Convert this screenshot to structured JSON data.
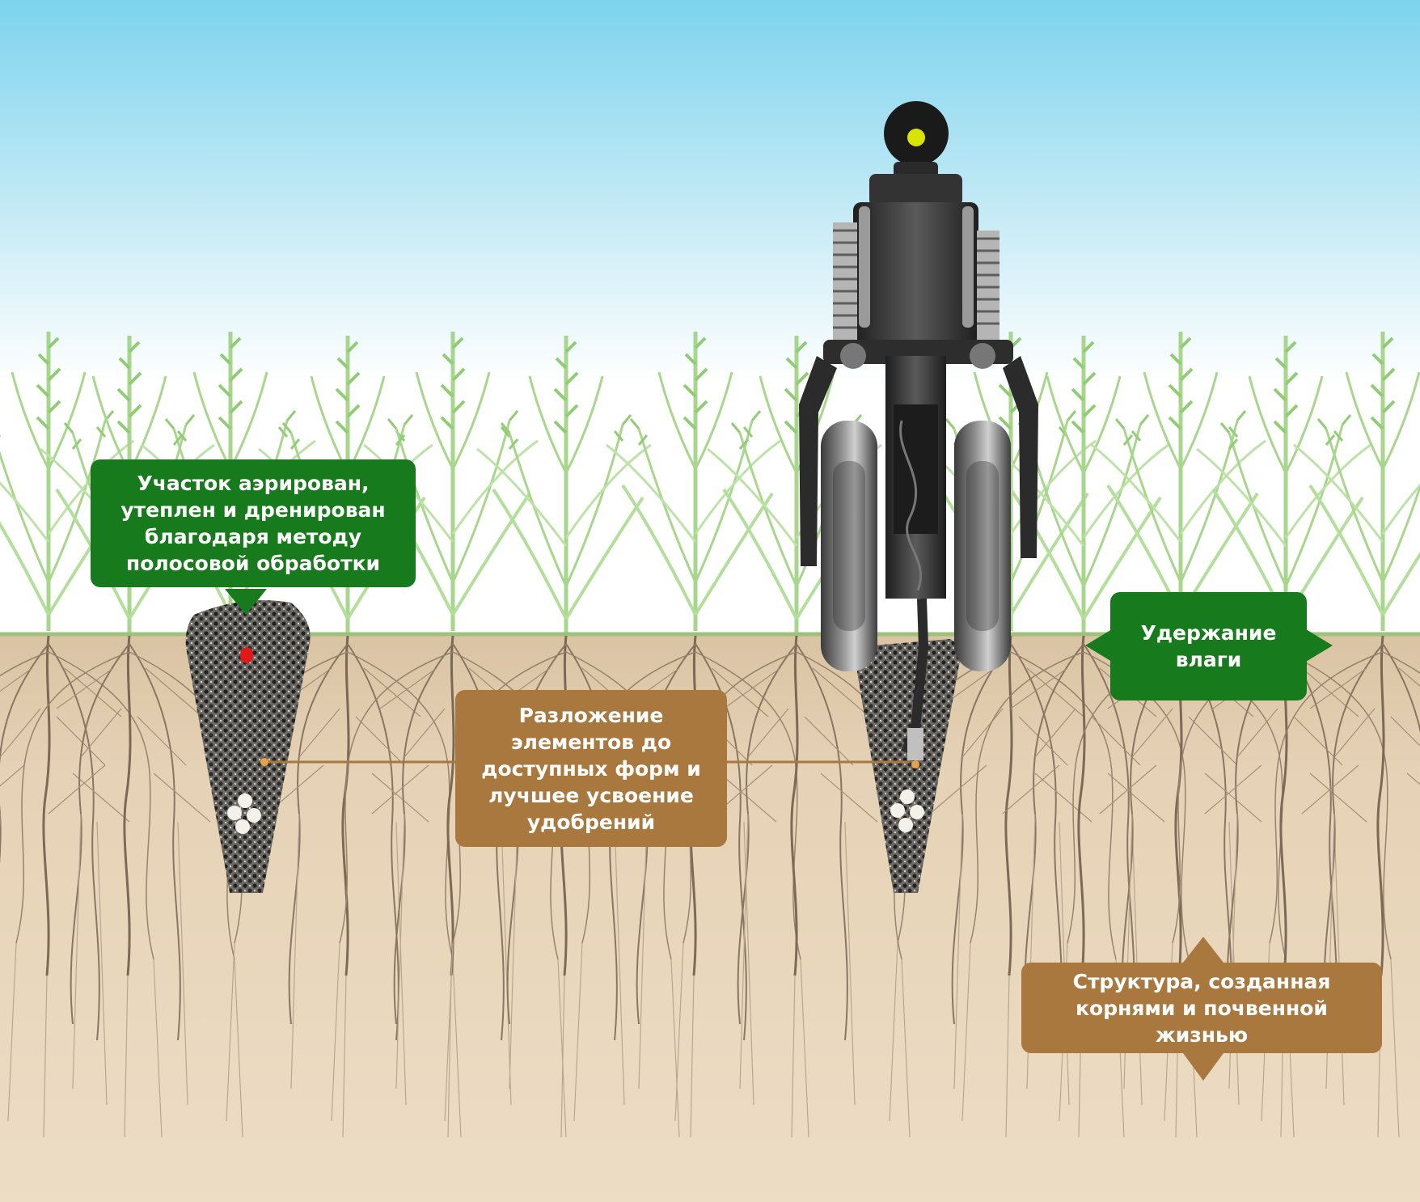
{
  "callouts": {
    "strip_aerated": "Участок аэрирован,\nутеплен и дренирован\nблагодаря методу\nполосовой обработки",
    "moisture": "Удержание\nвлаги",
    "nutrients": "Разложение\nэлементов до\nдоступных форм и\nлучшее усвоение\nудобрений",
    "structure": "Структура, созданная\nкорнями и почвенной\nжизнью"
  },
  "colors": {
    "callout_green": "#177a1c",
    "callout_brown": "#a8783f",
    "sky_top": "#7dd3ee",
    "soil": "#e6d2b6",
    "plant": "#8fcf6f"
  },
  "icons": {
    "machine": "strip-till-row-unit-icon",
    "seed": "seed-icon",
    "fertilizer": "fertilizer-granules-icon"
  }
}
